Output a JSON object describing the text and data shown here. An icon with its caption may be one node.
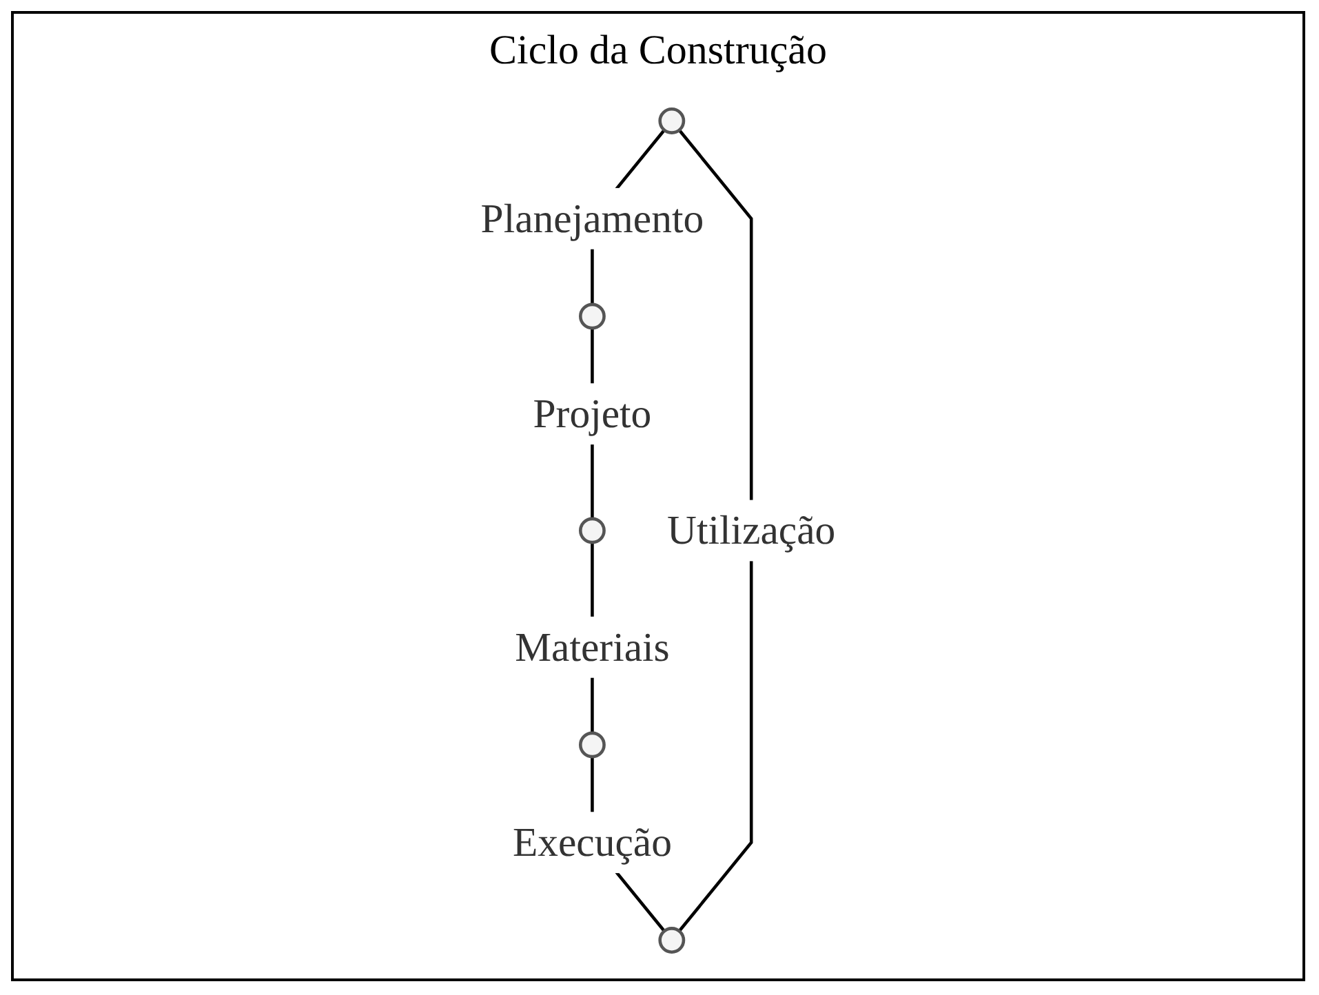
{
  "diagram": {
    "nodes": [
      {
        "text": [],
        "shape": "circle"
      },
      {
        "text": [],
        "shape": "circle"
      },
      {
        "text": [],
        "shape": "circle"
      },
      {
        "text": [],
        "shape": "circle"
      },
      {
        "text": [],
        "shape": "circle"
      }
    ],
    "edges": [
      {
        "from": 0,
        "to": 1,
        "arrow": "none",
        "label": "Planejamento"
      },
      {
        "from": 1,
        "to": 2,
        "arrow": "none",
        "label": "Projeto"
      },
      {
        "from": 2,
        "to": 3,
        "arrow": "none",
        "label": "Materiais"
      },
      {
        "from": 3,
        "to": 4,
        "arrow": "none",
        "label": "Execução"
      },
      {
        "from": 4,
        "to": 0,
        "arrow": "none",
        "label": "Utilização"
      }
    ],
    "labels": [
      "Ciclo da Construção"
    ]
  }
}
